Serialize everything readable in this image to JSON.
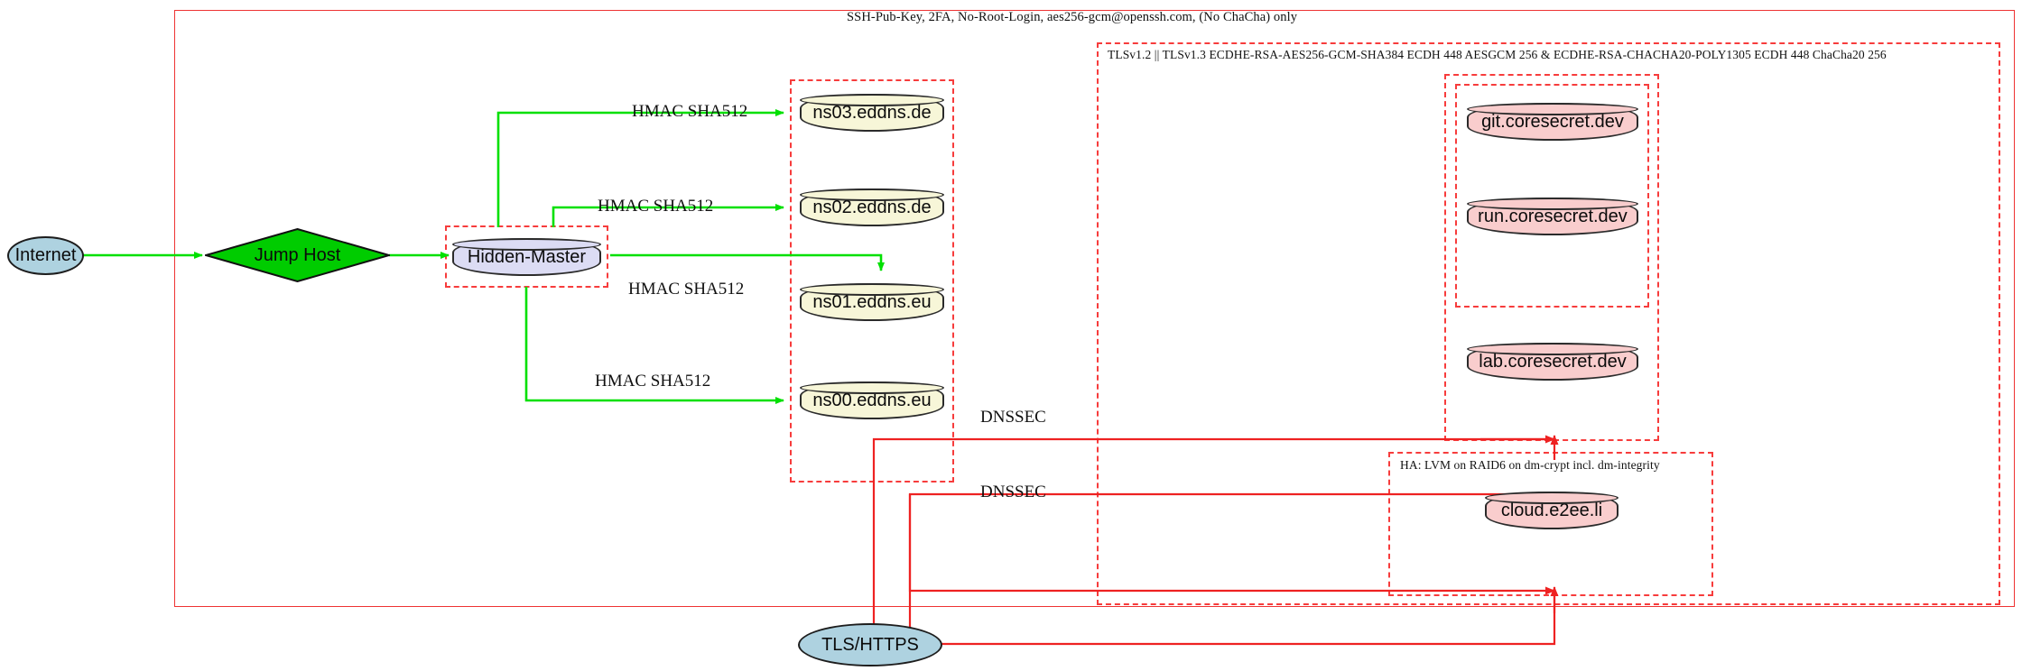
{
  "diagram": {
    "title_label": "SSH-Pub-Key, 2FA, No-Root-Login, aes256-gcm@openssh.com, (No ChaCha) only",
    "colors": {
      "green_edge": "#00e000",
      "red_edge": "#ee2222",
      "cluster_border": "#f73c3c",
      "db_yellow": "#f7f6d8",
      "db_pink": "#f9cdcd",
      "db_lavender": "#dcdcf4",
      "ellipse_blue": "#aed2e0",
      "diamond_green": "#00cc00"
    }
  },
  "clusters": {
    "ssh_outer": {
      "label": "SSH-Pub-Key, 2FA, No-Root-Login, aes256-gcm@openssh.com, (No ChaCha) only"
    },
    "tls": {
      "label": "TLSv1.2 || TLSv1.3 ECDHE-RSA-AES256-GCM-SHA384 ECDH 448 AESGCM 256 & ECDHE-RSA-CHACHA20-POLY1305 ECDH 448 ChaCha20 256"
    },
    "dns": {
      "label": ""
    },
    "coresecret_outer": {
      "label": ""
    },
    "coresecret_inner": {
      "label": ""
    },
    "ha": {
      "label": "HA: LVM on RAID6 on dm-crypt incl. dm-integrity"
    },
    "hidden_master": {
      "label": ""
    }
  },
  "nodes": {
    "internet": {
      "label": "Internet",
      "shape": "ellipse"
    },
    "jump_host": {
      "label": "Jump Host",
      "shape": "diamond"
    },
    "hidden_master": {
      "label": "Hidden-Master",
      "shape": "cylinder"
    },
    "tls_https": {
      "label": "TLS/HTTPS",
      "shape": "ellipse"
    },
    "ns03": {
      "label": "ns03.eddns.de",
      "shape": "cylinder"
    },
    "ns02": {
      "label": "ns02.eddns.de",
      "shape": "cylinder"
    },
    "ns01": {
      "label": "ns01.eddns.eu",
      "shape": "cylinder"
    },
    "ns00": {
      "label": "ns00.eddns.eu",
      "shape": "cylinder"
    },
    "git": {
      "label": "git.coresecret.dev",
      "shape": "cylinder"
    },
    "run": {
      "label": "run.coresecret.dev",
      "shape": "cylinder"
    },
    "lab": {
      "label": "lab.coresecret.dev",
      "shape": "cylinder"
    },
    "cloud": {
      "label": "cloud.e2ee.li",
      "shape": "cylinder"
    }
  },
  "edge_labels": {
    "hmac_ns03": "HMAC SHA512",
    "hmac_ns02": "HMAC SHA512",
    "hmac_ns01": "HMAC SHA512",
    "hmac_ns00": "HMAC SHA512",
    "dnssec_upper": "DNSSEC",
    "dnssec_lower": "DNSSEC"
  }
}
